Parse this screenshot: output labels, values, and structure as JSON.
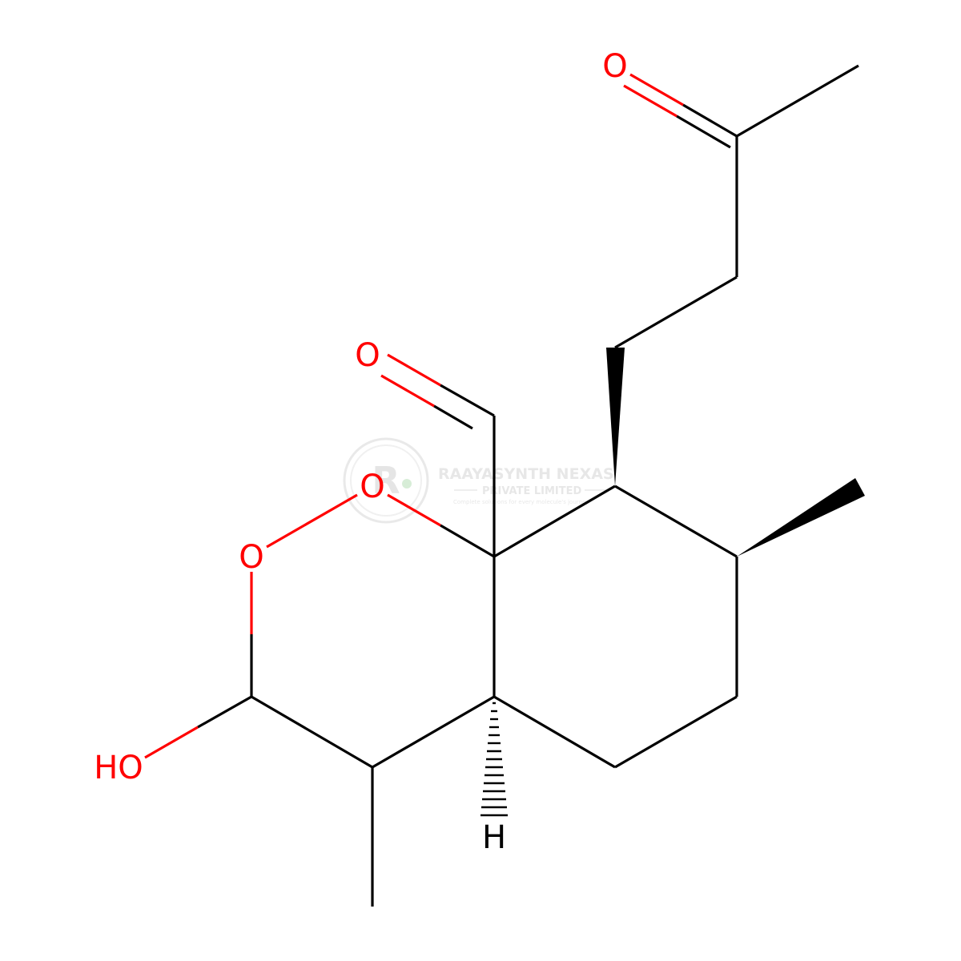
{
  "colors": {
    "bond": "#000000",
    "oxygen": "#ff0000",
    "hydrogen": "#000000",
    "watermark": "#d8d8d8",
    "watermark_accent": "#b8e0b8"
  },
  "atoms": {
    "o_ketone": "O",
    "o_aldehyde": "O",
    "o_ring_1": "O",
    "o_ring_2": "O",
    "hydroxyl": "HO",
    "hydrogen": "H"
  },
  "watermark": {
    "title": "RAAYASYNTH NEXAS",
    "subtitle": "PRIVATE LIMITED",
    "tagline": "Complete solutions for every molecule's journey",
    "logo_letter": "R"
  }
}
